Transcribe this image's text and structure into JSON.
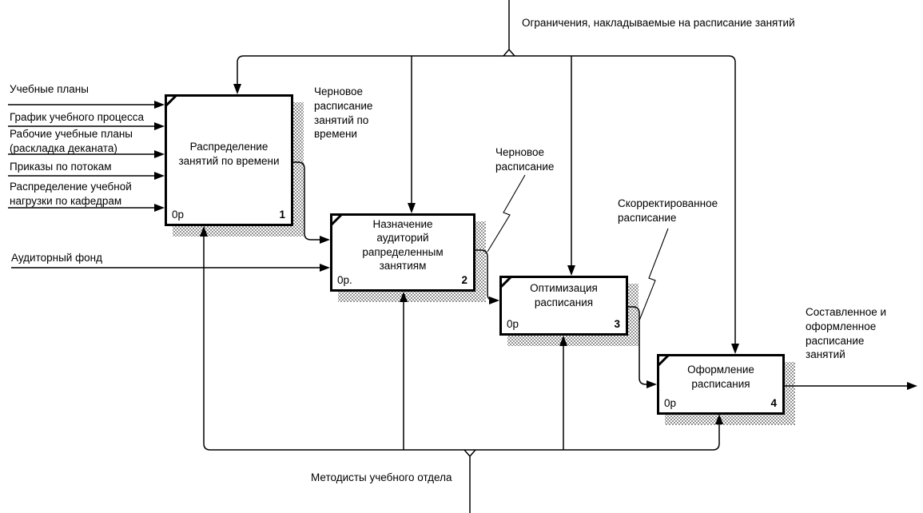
{
  "controls": {
    "top_label": "Ограничения, накладываемые на расписание занятий"
  },
  "mechanisms": {
    "bottom_label": "Методисты учебного отдела"
  },
  "inputs": {
    "i1": "Учебные планы",
    "i2": "График учебного процесса",
    "i3": "Рабочие учебные планы\n(раскладка деканата)",
    "i4": "Приказы по потокам",
    "i5": "Распределение учебной\nнагрузки по кафедрам",
    "i6": "Аудиторный фонд"
  },
  "boxes": {
    "b1": {
      "title": "Распределение\nзанятий по времени",
      "cost": "0р",
      "number": "1"
    },
    "b2": {
      "title": "Назначение\nаудиторий\nрапределенным\nзанятиям",
      "cost": "0р.",
      "number": "2"
    },
    "b3": {
      "title": "Оптимизация\nрасписания",
      "cost": "0р",
      "number": "3"
    },
    "b4": {
      "title": "Оформление\nрасписания",
      "cost": "0р",
      "number": "4"
    }
  },
  "flows": {
    "f1": "Черновое\nрасписание\nзанятий по\nвремени",
    "f2": "Черновое\nрасписание",
    "f3": "Скорректированное\nрасписание",
    "f4": "Составленное и\nоформленное\nрасписание\nзанятий"
  }
}
